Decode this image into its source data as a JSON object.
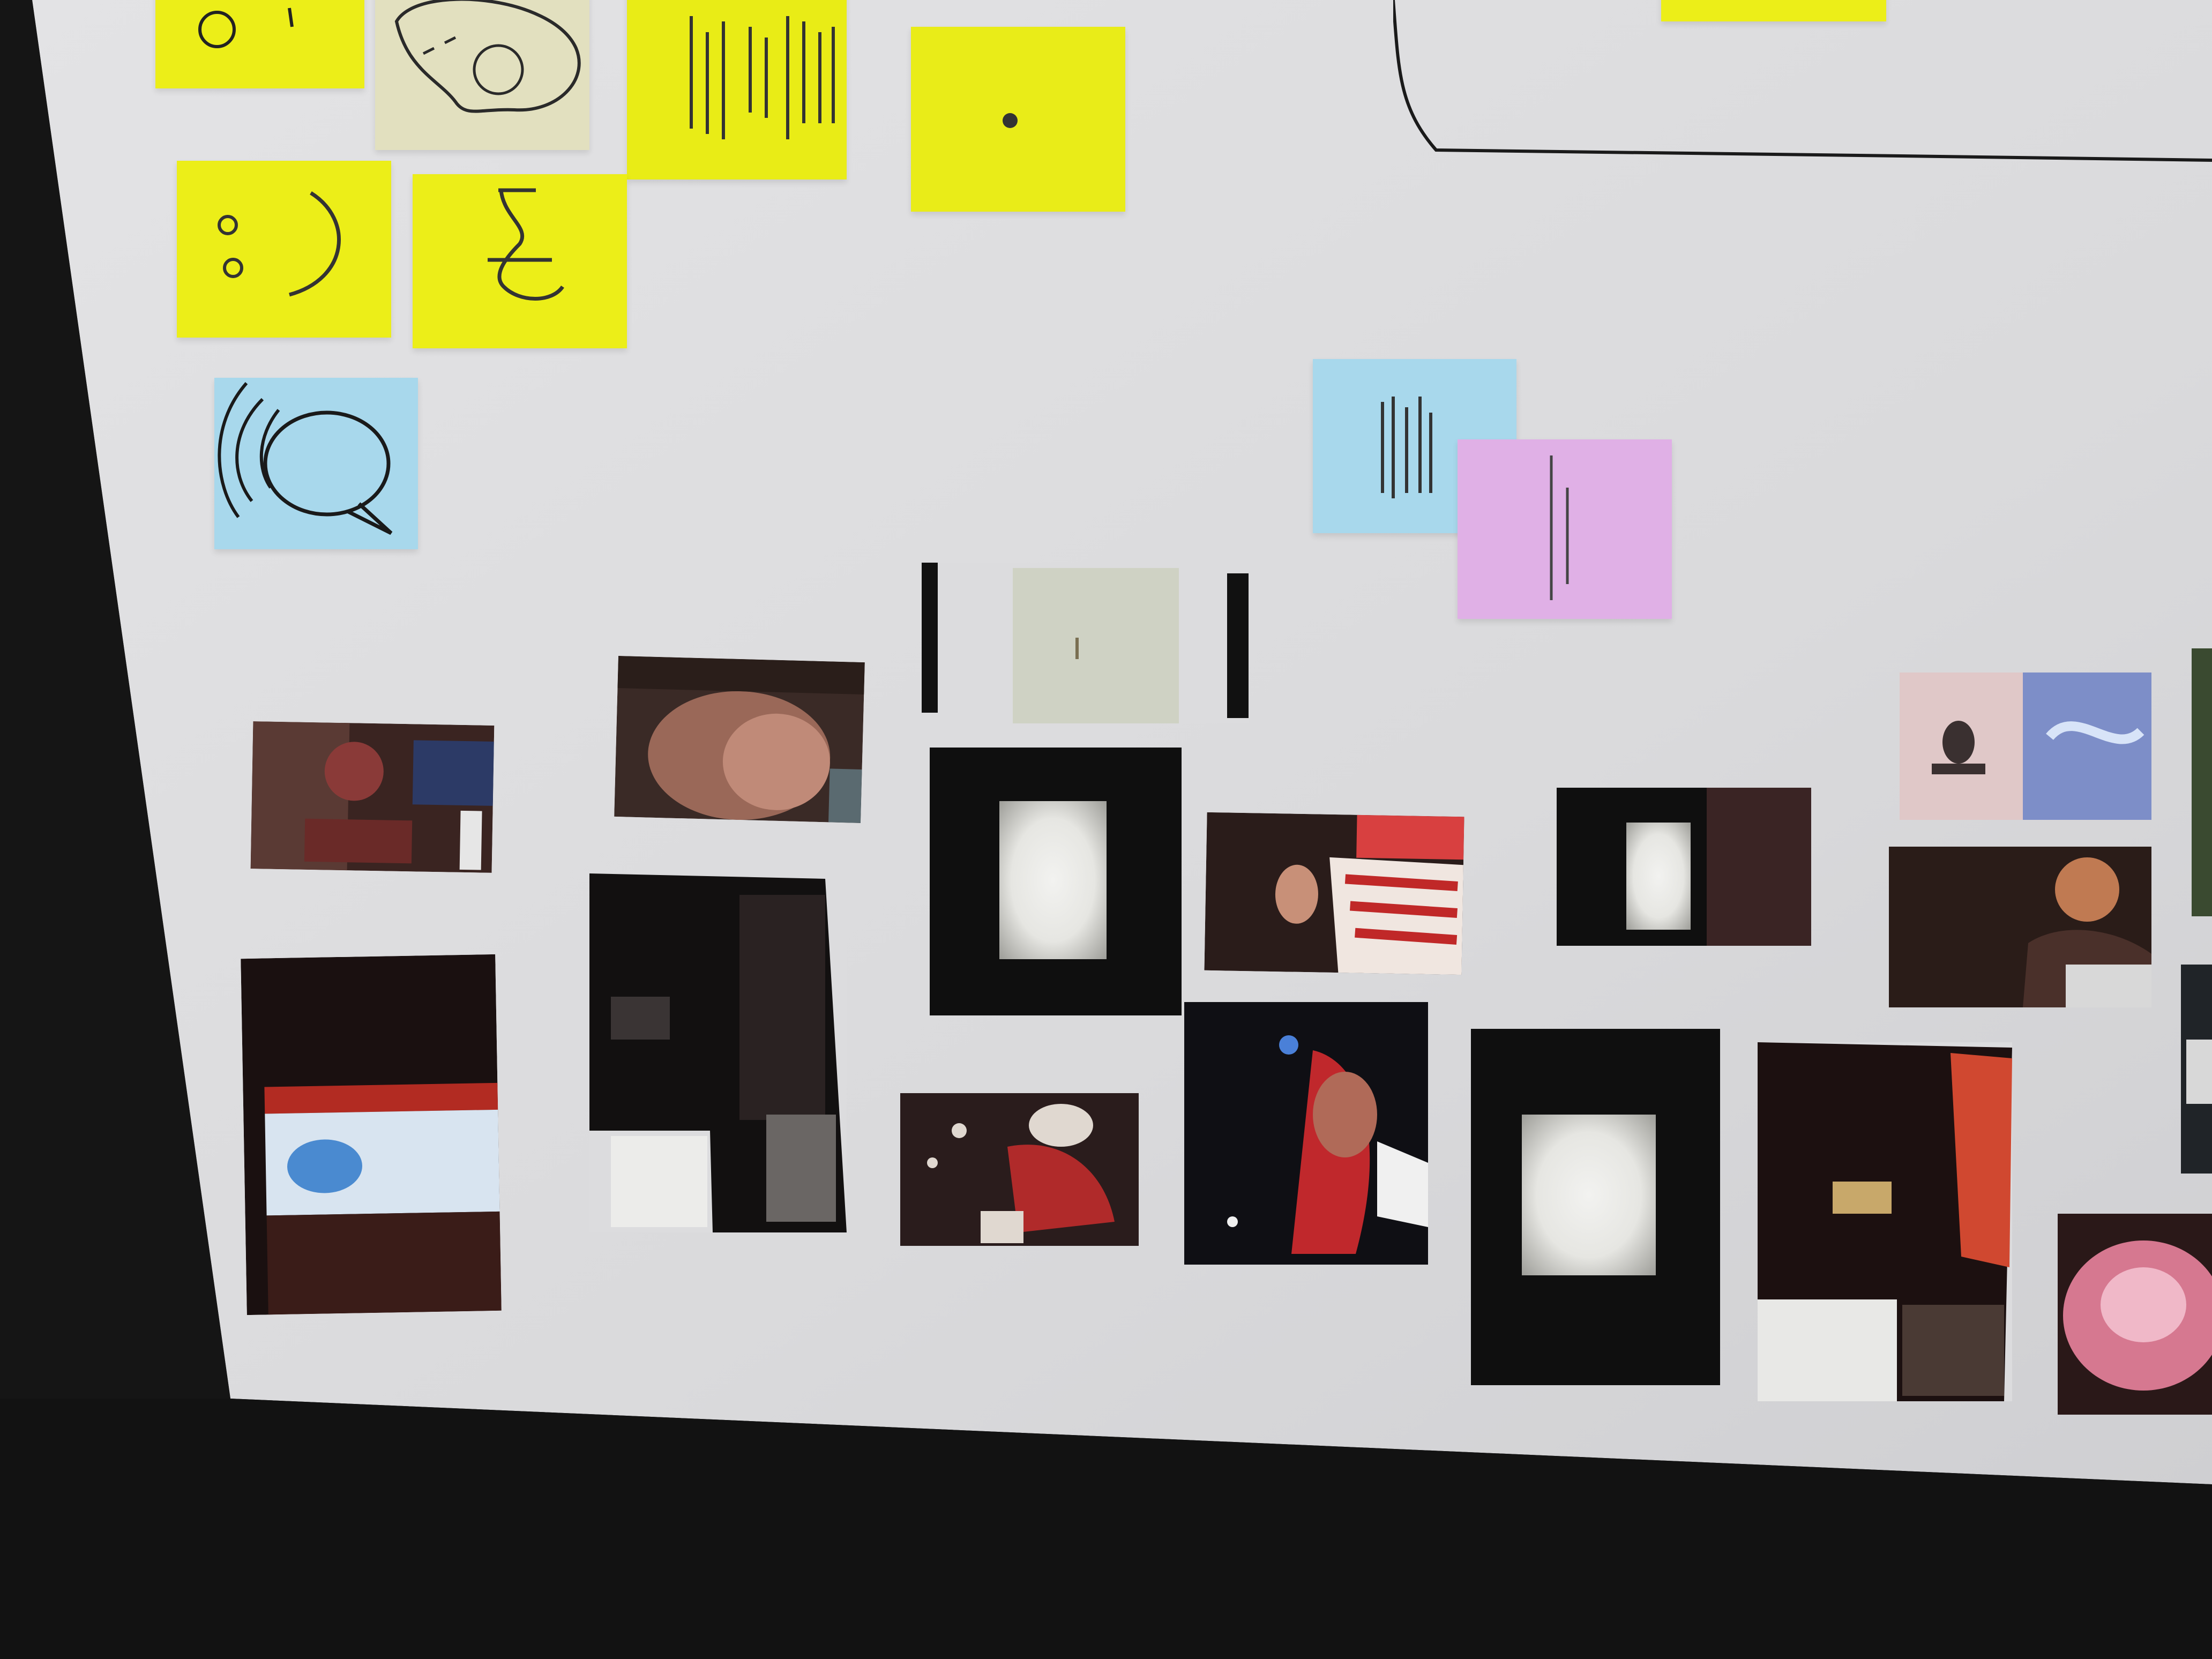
{
  "board": {
    "background_color": "#dcdcde",
    "bezel_color": "#151515"
  },
  "sticky_notes": [
    {
      "id": "note-yellow-face-partial",
      "color": "#ecee18",
      "icon": "circle-sketch-icon"
    },
    {
      "id": "note-beige-palette",
      "color": "#e2e0bf",
      "icon": "palette-sketch-icon"
    },
    {
      "id": "note-yellow-handwriting-columns",
      "color": "#e9ec16",
      "icon": "handwriting-icon"
    },
    {
      "id": "note-yellow-dot",
      "color": "#e9ec18",
      "icon": "dot-icon"
    },
    {
      "id": "note-yellow-smiley",
      "color": "#ecee18",
      "icon": "smiley-sketch-icon"
    },
    {
      "id": "note-yellow-hourglass",
      "color": "#ecee18",
      "icon": "hourglass-sketch-icon"
    },
    {
      "id": "note-blue-speech",
      "color": "#a8d8ec",
      "icon": "speech-bubble-sketch-icon"
    },
    {
      "id": "note-blue-text",
      "color": "#a8d8ec",
      "icon": "handwriting-icon"
    },
    {
      "id": "note-pink-text",
      "color": "#e0b0e6",
      "icon": "handwriting-icon"
    },
    {
      "id": "note-yellow-top-right",
      "color": "#ecee18",
      "icon": ""
    }
  ],
  "photos": [
    {
      "id": "photo-video-strip",
      "palette": [
        "#e8e8e4",
        "#cfd2c4",
        "#111111"
      ]
    },
    {
      "id": "photo-people-phone",
      "palette": [
        "#3a2421",
        "#8a3a38",
        "#2c3a66"
      ]
    },
    {
      "id": "photo-face-closeup",
      "palette": [
        "#3a2a26",
        "#c08a78",
        "#5a3e36"
      ]
    },
    {
      "id": "photo-person-striped",
      "palette": [
        "#2a1c1a",
        "#d84040",
        "#f0e6e0"
      ]
    },
    {
      "id": "photo-studio-pair",
      "palette": [
        "#d8c4c4",
        "#7d8ec8",
        "#3a3030"
      ]
    },
    {
      "id": "photo-person-dark-right",
      "palette": [
        "#2a1c18",
        "#c07a52",
        "#d8d8d8"
      ]
    },
    {
      "id": "photo-flag-stage",
      "palette": [
        "#1a1010",
        "#b22b22",
        "#d8e4f0"
      ]
    },
    {
      "id": "photo-dark-room",
      "palette": [
        "#121010",
        "#3a3434",
        "#6a6664"
      ]
    },
    {
      "id": "photo-crowd-red",
      "palette": [
        "#2a1c1c",
        "#b02a2a",
        "#e0d8d0"
      ]
    },
    {
      "id": "photo-boxer-red",
      "palette": [
        "#0f0f14",
        "#c0282c",
        "#f0f0f0"
      ]
    },
    {
      "id": "photo-stage-lights",
      "palette": [
        "#1c1010",
        "#d04830",
        "#c8a86a"
      ]
    },
    {
      "id": "photo-pink-blur",
      "palette": [
        "#2a1818",
        "#d67890",
        "#f0b8c8"
      ]
    },
    {
      "id": "photo-edge-right",
      "palette": [
        "#202428",
        "#d8d8d8",
        "#3a4448"
      ]
    }
  ],
  "frames": [
    {
      "id": "empty-frame-top"
    },
    {
      "id": "empty-frame-middle"
    },
    {
      "id": "empty-frame-bottom"
    }
  ]
}
